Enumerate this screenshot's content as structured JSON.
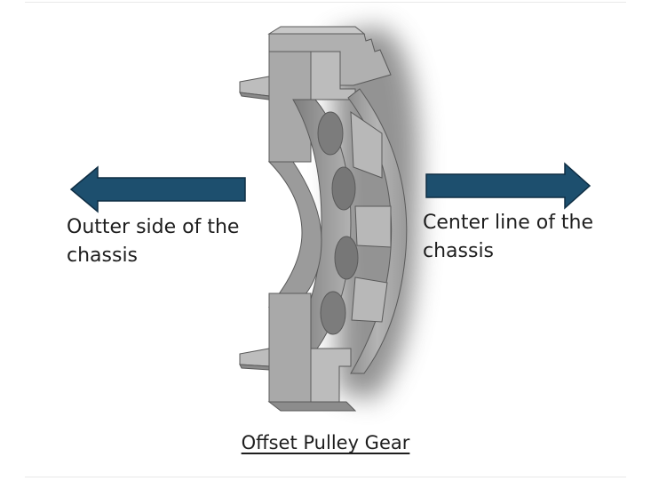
{
  "left_label": {
    "line1": "Outter side of the",
    "line2": "chassis"
  },
  "right_label": {
    "line1": "Center line of  the",
    "line2": "chassis"
  },
  "caption": "Offset Pulley Gear",
  "colors": {
    "arrow": "#1d4f6e",
    "arrow_outline": "#0f2e44",
    "part_fill": "#a8a8a8",
    "part_dark": "#7d7d7d",
    "part_light": "#c6c6c6",
    "shadow": "#888888"
  },
  "icons": {
    "left_arrow": "arrow-left-icon",
    "right_arrow": "arrow-right-icon"
  }
}
